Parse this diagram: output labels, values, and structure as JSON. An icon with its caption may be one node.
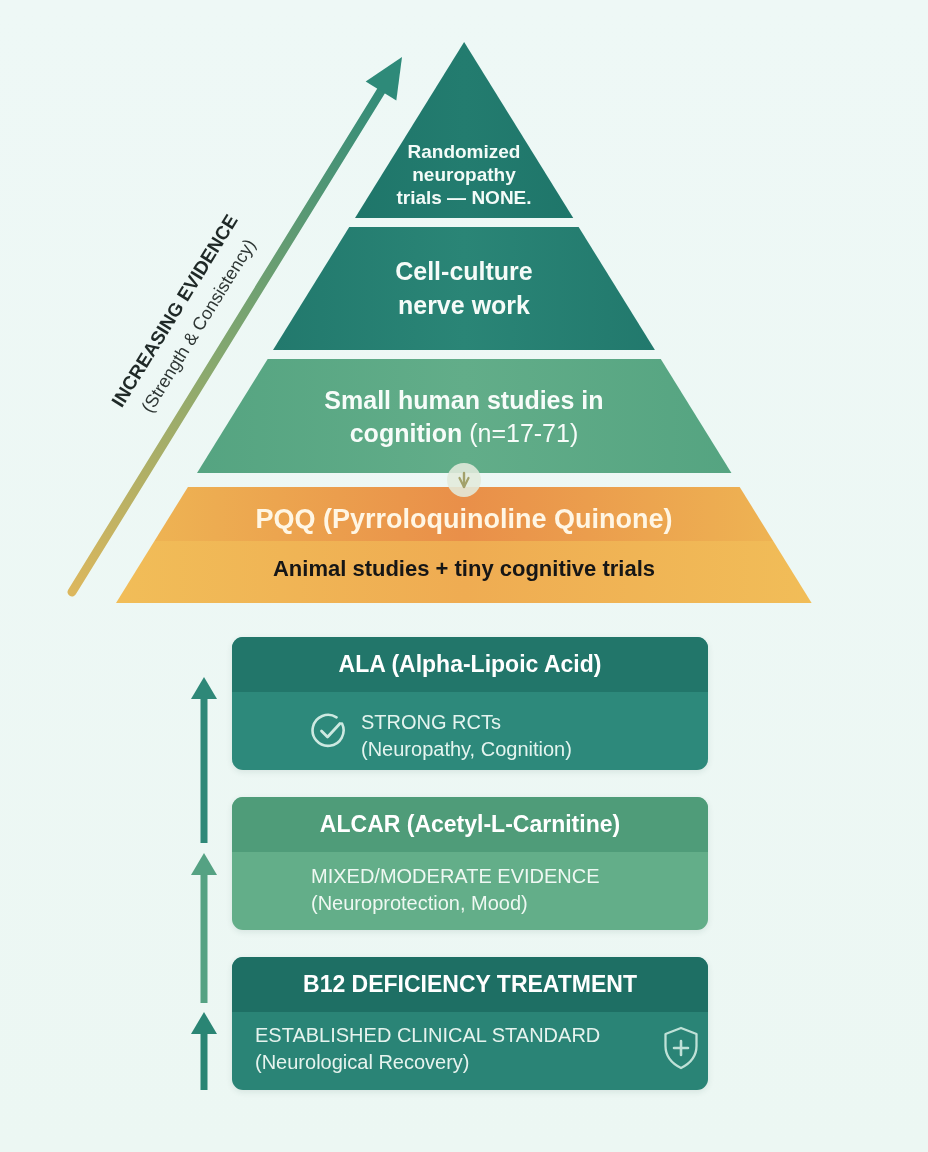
{
  "diagram": {
    "nodes": [
      {
        "text": [
          "Randomized neuropathy trials — NONE."
        ]
      },
      {
        "text": [
          "Cell-culture nerve work"
        ]
      },
      {
        "text": [
          "**Small human studies in cognition** (n=17-71)"
        ]
      },
      {
        "text": [
          "PQQ (Pyrroloquinoline Quinone)",
          "Animal studies + tiny cognitive trials"
        ]
      },
      {
        "text": [
          "ALA (Alpha-Lipoic Acid)",
          "STRONG RCTs (Neuropathy, Cognition)"
        ]
      },
      {
        "text": [
          "ALCAR (Acetyl-L-Carnitine)",
          "MIXED/MODERATE EVIDENCE (Neuroprotection, Mood)"
        ]
      },
      {
        "text": [
          "B12 DEFICIENCY TREATMENT",
          "ESTABLISHED CLINICAL STANDARD (Neurological Recovery)"
        ]
      }
    ],
    "edges": [
      {
        "from": 2,
        "to": 3,
        "arrow": "to"
      }
    ],
    "labels": [
      "INCREASING EVIDENCE",
      "(Strength & Consistency)"
    ]
  }
}
